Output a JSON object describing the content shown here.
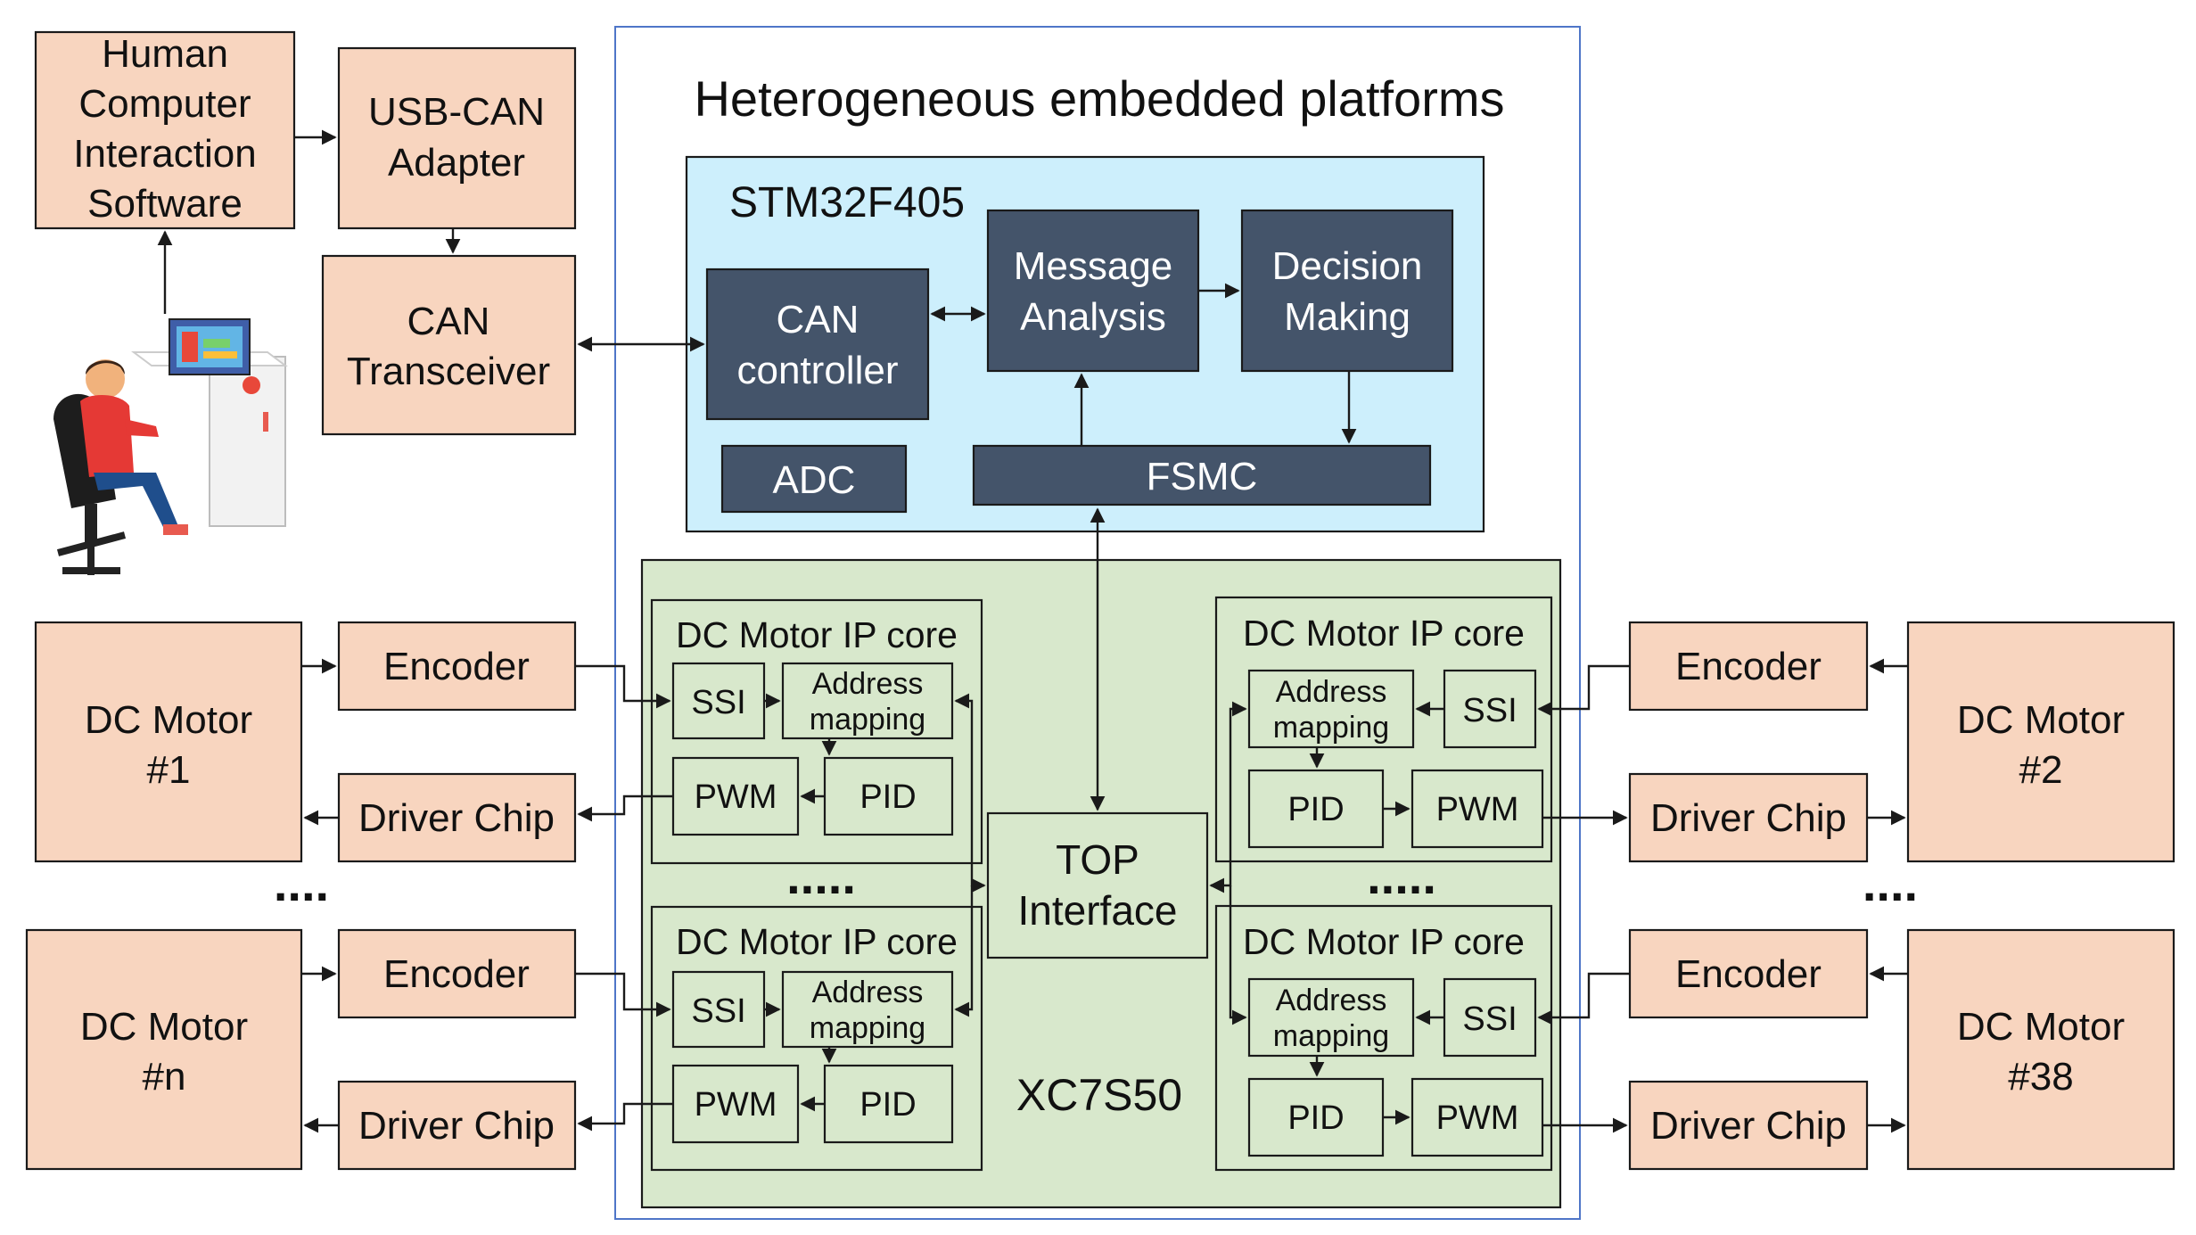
{
  "title": "Heterogeneous embedded platforms",
  "pc": {
    "hci_lines": [
      "Human",
      "Computer",
      "Interaction",
      "Software"
    ],
    "usb_can_lines": [
      "USB-CAN",
      "Adapter"
    ],
    "can_transceiver_lines": [
      "CAN",
      "Transceiver"
    ]
  },
  "stm": {
    "name": "STM32F405",
    "can_controller_lines": [
      "CAN",
      "controller"
    ],
    "message_analysis_lines": [
      "Message",
      "Analysis"
    ],
    "decision_making_lines": [
      "Decision",
      "Making"
    ],
    "adc": "ADC",
    "fsmc": "FSMC"
  },
  "fpga": {
    "name": "XC7S50",
    "top_interface_lines": [
      "TOP",
      "Interface"
    ],
    "core_title": "DC Motor IP core",
    "ssi": "SSI",
    "address_mapping_lines": [
      "Address",
      "mapping"
    ],
    "pwm": "PWM",
    "pid": "PID"
  },
  "motors": {
    "m1_lines": [
      "DC Motor",
      "#1"
    ],
    "mn_lines": [
      "DC Motor",
      "#n"
    ],
    "m2_lines": [
      "DC Motor",
      "#2"
    ],
    "m38_lines": [
      "DC Motor",
      "#38"
    ],
    "encoder": "Encoder",
    "driver_chip": "Driver Chip"
  },
  "ellipsis_4": "....",
  "ellipsis_5": "....."
}
